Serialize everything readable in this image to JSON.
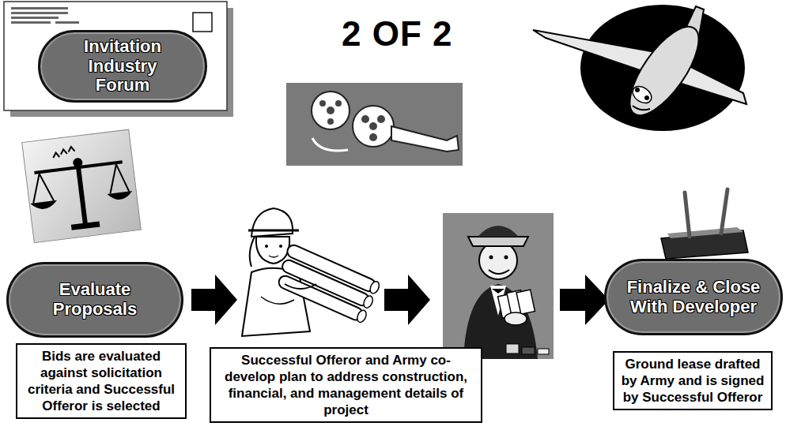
{
  "diagram": {
    "title": "2 OF 2",
    "nodes": [
      {
        "text": [
          "Invitation Industry Forum"
        ]
      },
      {
        "text": [
          "Evaluate Proposals"
        ]
      },
      {
        "text": [
          "Bids are evaluated against solicitation criteria and Successful Offeror is selected"
        ]
      },
      {
        "text": [
          "Successful Offeror and Army co-develop plan to address construction, financial, and management details of project"
        ]
      },
      {
        "text": [
          "Finalize & Close With Developer"
        ]
      },
      {
        "text": [
          "Ground lease drafted by Army and is signed by Successful Offeror"
        ]
      }
    ]
  }
}
